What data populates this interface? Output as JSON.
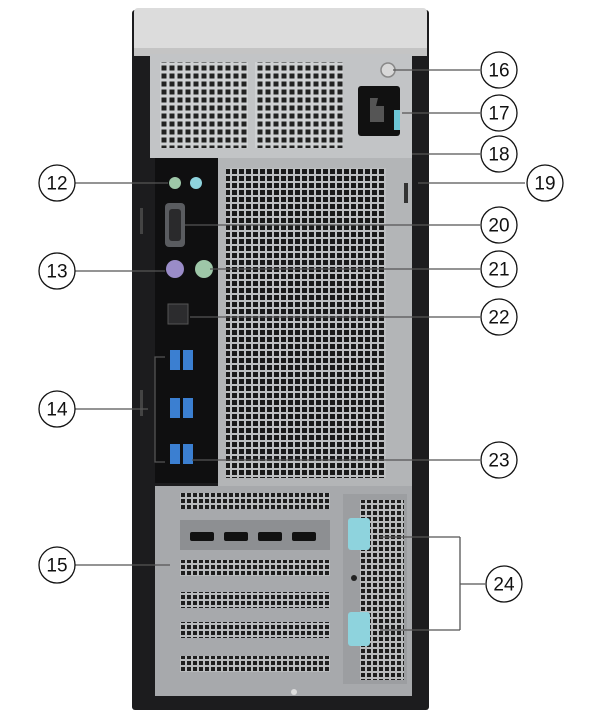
{
  "figure": {
    "subject": "Desktop tower computer rear panel",
    "callouts": [
      {
        "id": "c12",
        "label": "12"
      },
      {
        "id": "c13",
        "label": "13"
      },
      {
        "id": "c14",
        "label": "14"
      },
      {
        "id": "c15",
        "label": "15"
      },
      {
        "id": "c16",
        "label": "16"
      },
      {
        "id": "c17",
        "label": "17"
      },
      {
        "id": "c18",
        "label": "18"
      },
      {
        "id": "c19",
        "label": "19"
      },
      {
        "id": "c20",
        "label": "20"
      },
      {
        "id": "c21",
        "label": "21"
      },
      {
        "id": "c22",
        "label": "22"
      },
      {
        "id": "c23",
        "label": "23"
      },
      {
        "id": "c24",
        "label": "24"
      }
    ]
  },
  "colors": {
    "chassis": "#1c1c1e",
    "panel": "#a7a9ac",
    "panel_light": "#c9cbcd",
    "top_cap": "#dcdcdc",
    "port_green": "#9ec7a8",
    "port_purple": "#9a8cc8",
    "usb_blue": "#3b7fd1",
    "latch_cyan": "#8ed3dd",
    "callout_line": "#555555"
  }
}
